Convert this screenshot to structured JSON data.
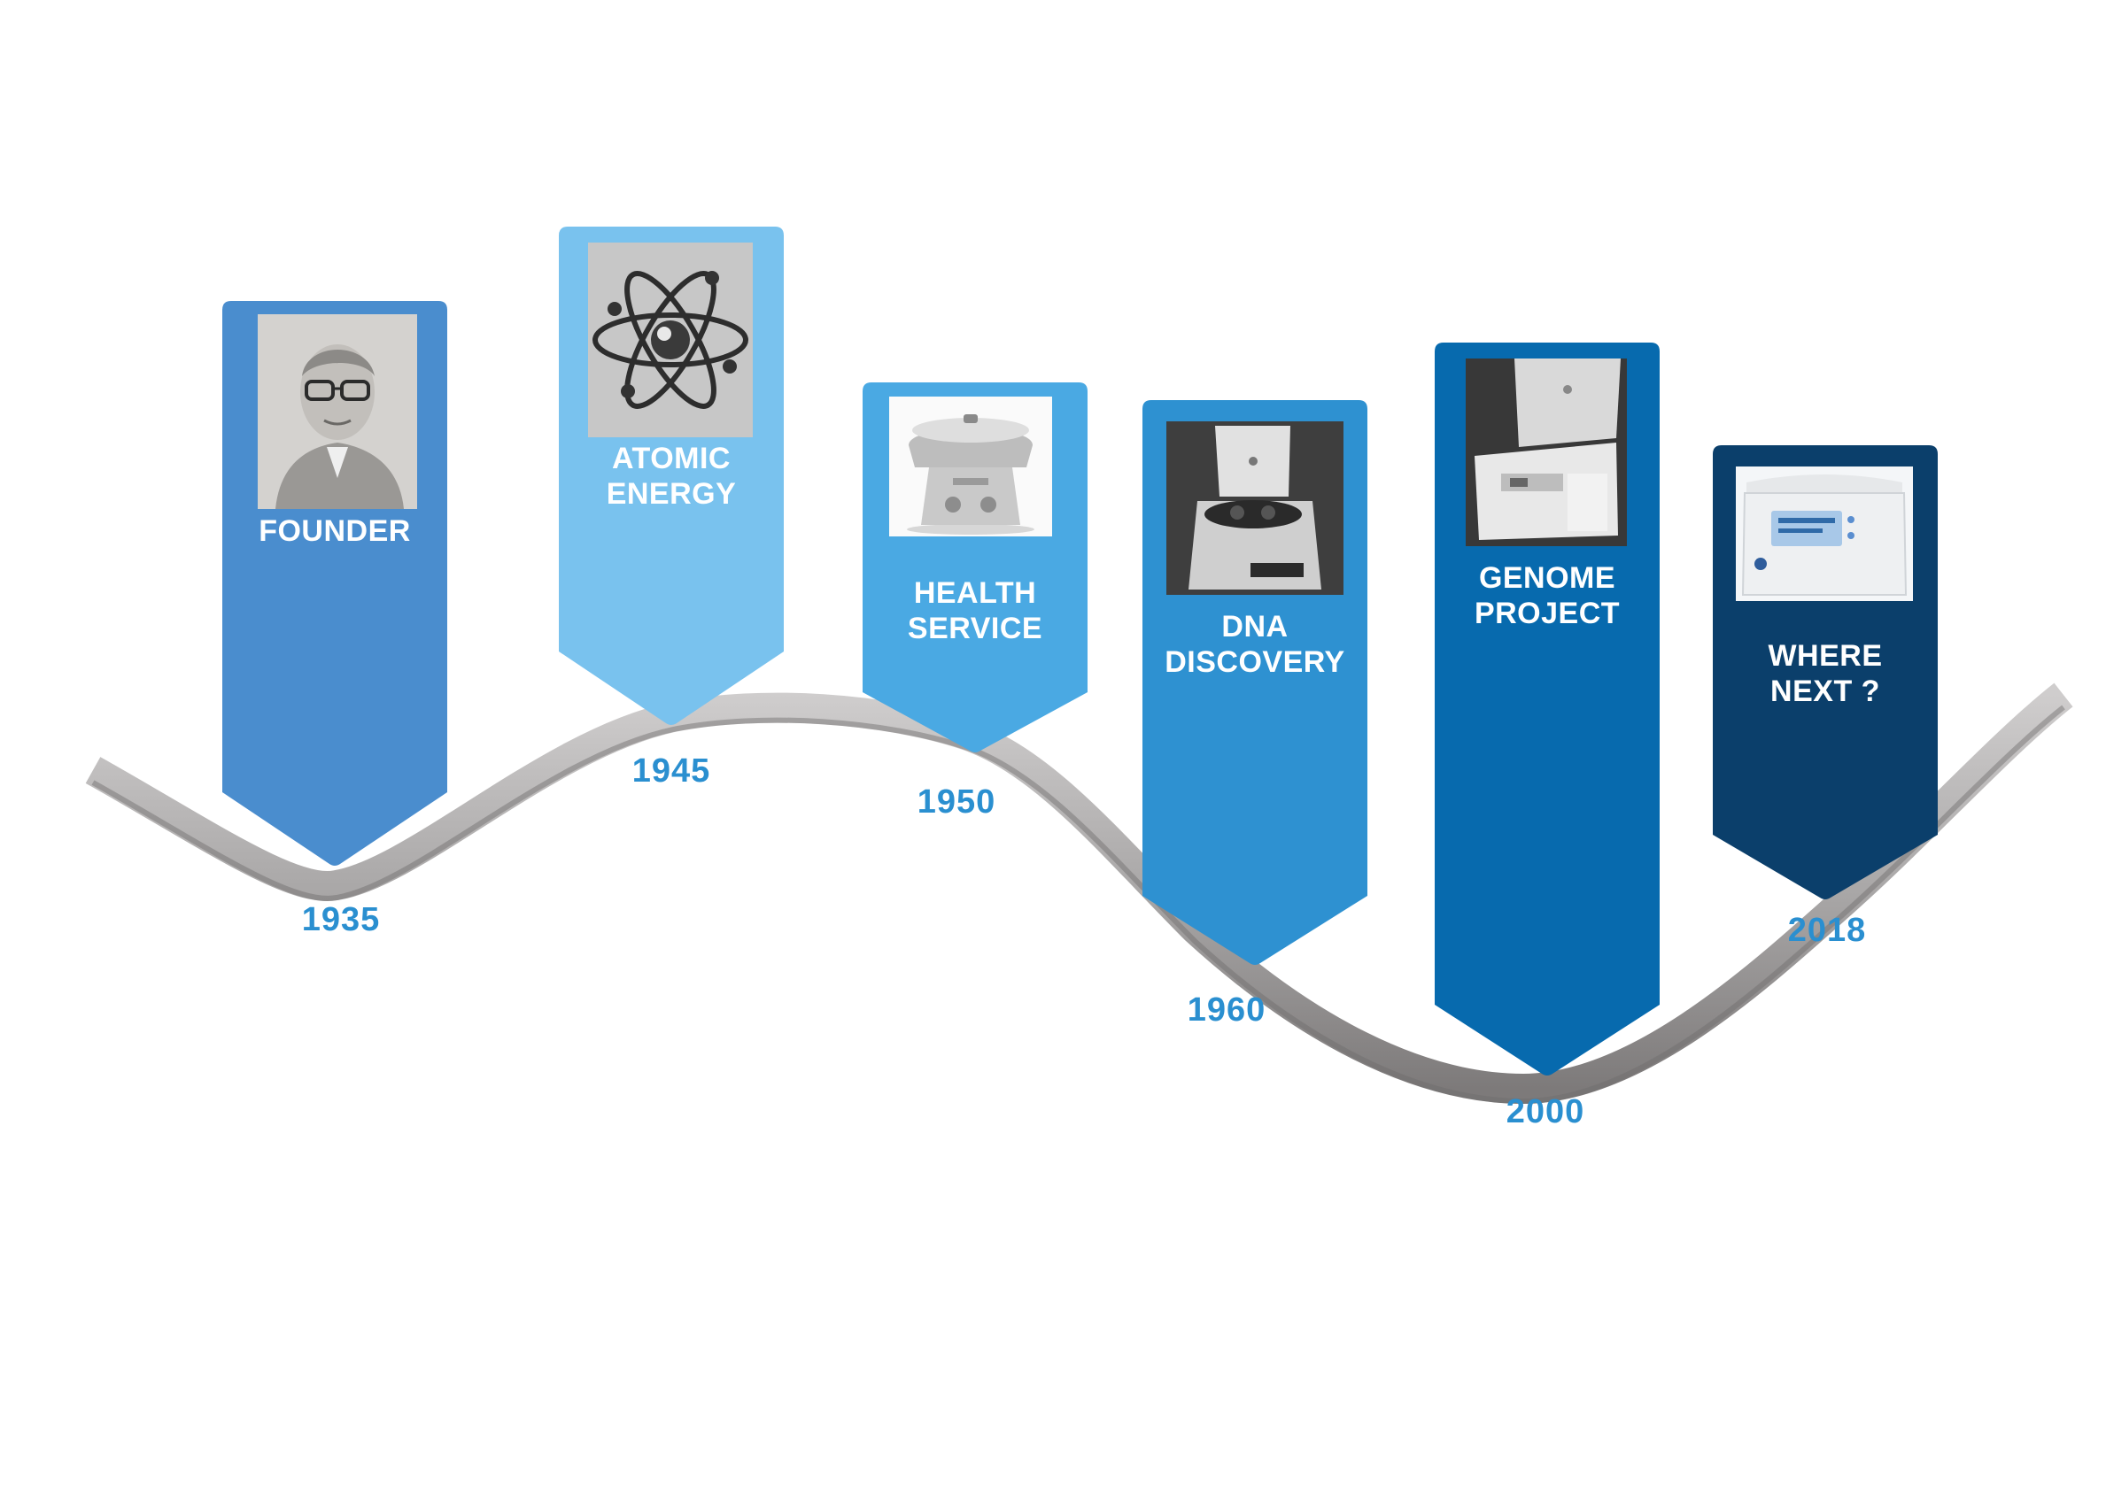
{
  "timeline": {
    "milestones": [
      {
        "year": "1935",
        "label": "FOUNDER",
        "color": "#4a8dce",
        "image": "portrait-photo"
      },
      {
        "year": "1945",
        "label": "ATOMIC\nENERGY",
        "color": "#79c2ee",
        "image": "atom-symbol"
      },
      {
        "year": "1950",
        "label": "HEALTH\nSERVICE",
        "color": "#4aa9e3",
        "image": "tabletop-centrifuge-photo"
      },
      {
        "year": "1960",
        "label": "DNA\nDISCOVERY",
        "color": "#2e91d1",
        "image": "open-centrifuge-photo"
      },
      {
        "year": "2000",
        "label": "GENOME\nPROJECT",
        "color": "#076aae",
        "image": "lab-centrifuge-photo"
      },
      {
        "year": "2018",
        "label": "WHERE\nNEXT ?",
        "color": "#0b3f6b",
        "image": "modern-centrifuge-photo"
      }
    ]
  },
  "colors": {
    "ribbon": "#aaa8a8",
    "ribbon_shadow": "#7b7878",
    "year_text": "#2a8fd0"
  }
}
